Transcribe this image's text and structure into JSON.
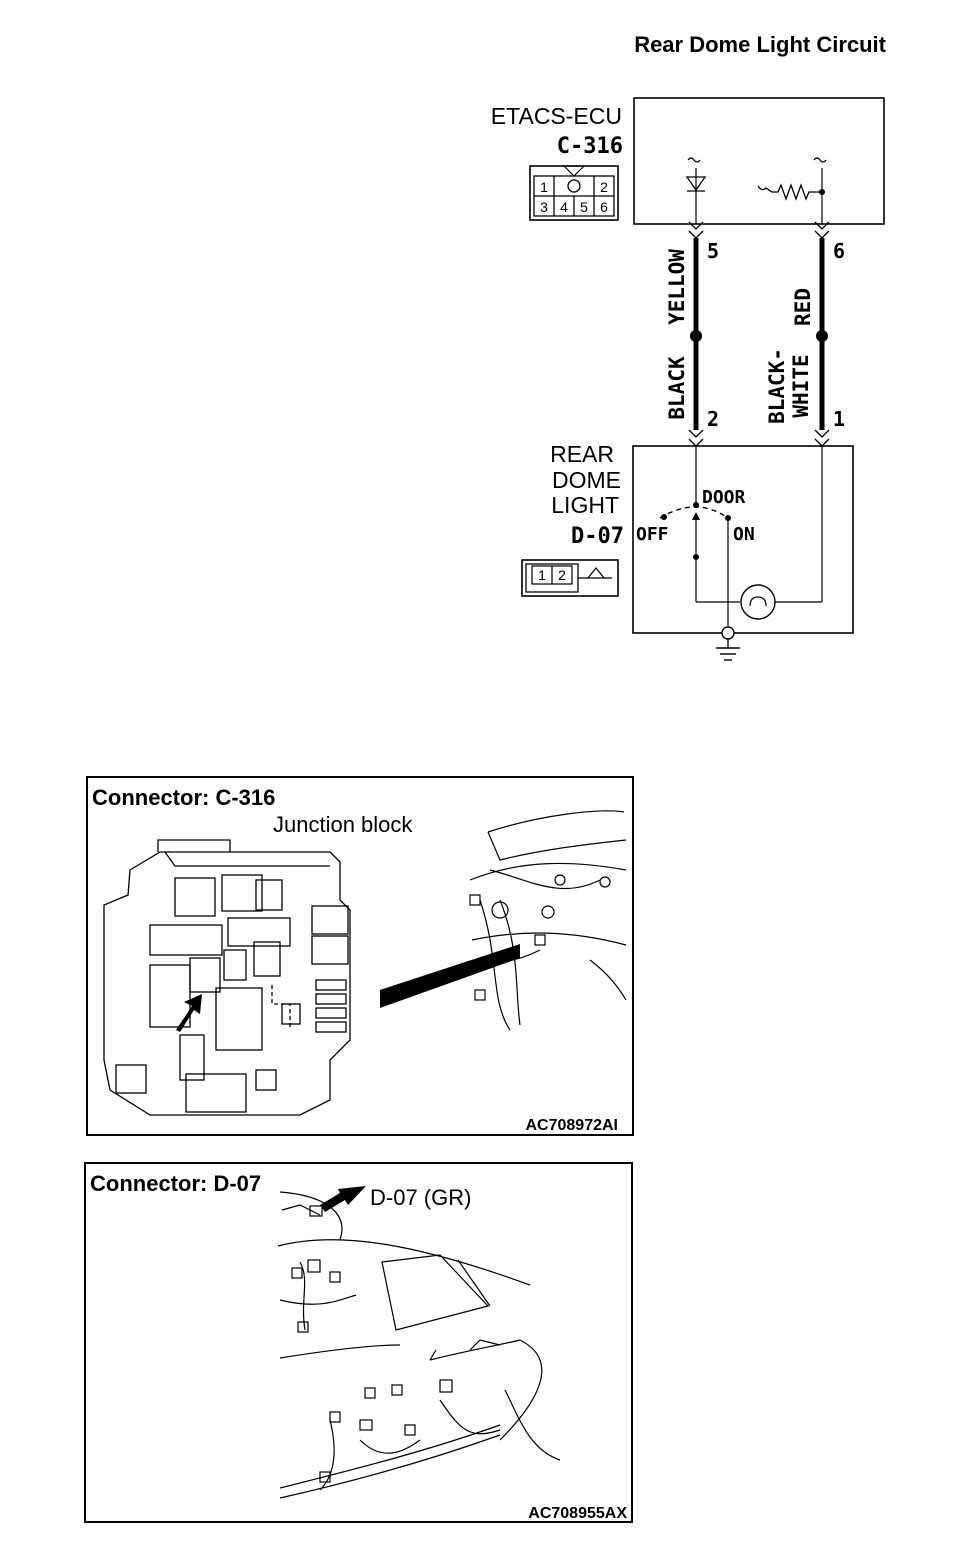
{
  "title": "Rear Dome Light Circuit",
  "etacs": {
    "name": "ETACS-ECU",
    "connector": "C-316",
    "pins_top": [
      "1",
      "",
      "2"
    ],
    "pins_bottom": [
      "3",
      "4",
      "5",
      "6"
    ]
  },
  "wires": {
    "left": {
      "top_pin": "5",
      "bottom_pin": "2",
      "upper_color": "YELLOW",
      "lower_color": "BLACK"
    },
    "right": {
      "top_pin": "6",
      "bottom_pin": "1",
      "upper_color": "RED",
      "lower_color_line1": "BLACK-",
      "lower_color_line2": "WHITE"
    }
  },
  "dome": {
    "name_line1": "REAR",
    "name_line2": "DOME",
    "name_line3": "LIGHT",
    "connector": "D-07",
    "pins": [
      "1",
      "2"
    ],
    "switch_door": "DOOR",
    "switch_off": "OFF",
    "switch_on": "ON"
  },
  "panel1": {
    "title": "Connector: C-316",
    "label": "Junction block",
    "code": "AC708972AI"
  },
  "panel2": {
    "title": "Connector: D-07",
    "label": "D-07 (GR)",
    "code": "AC708955AX"
  }
}
